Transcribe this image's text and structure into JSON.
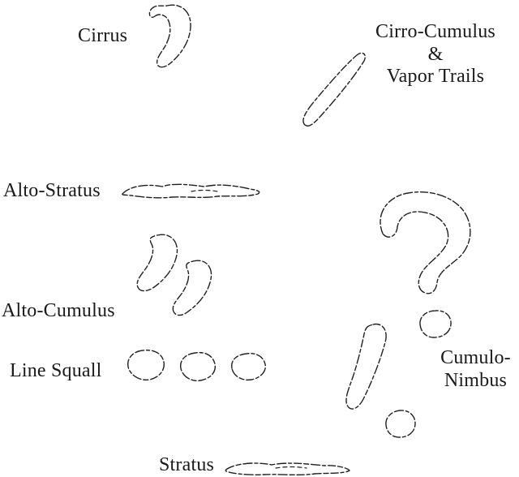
{
  "labels": {
    "cirrus": "Cirrus",
    "cirro_cumulus_1": "Cirro-Cumulus",
    "cirro_cumulus_2": "&",
    "cirro_cumulus_3": "Vapor Trails",
    "alto_stratus": "Alto-Stratus",
    "alto_cumulus": "Alto-Cumulus",
    "line_squall": "Line Squall",
    "cumulo_nimbus_1": "Cumulo-",
    "cumulo_nimbus_2": "Nimbus",
    "stratus": "Stratus"
  },
  "shapes": {
    "cirrus": "cirrus-comma-cloud",
    "vapor_trail": "vapor-trail-streak-cloud",
    "alto_stratus": "alto-stratus-band-cloud",
    "alto_cumulus_1": "alto-cumulus-comma-cloud-1",
    "alto_cumulus_2": "alto-cumulus-comma-cloud-2",
    "line_squall_1": "line-squall-puff-1",
    "line_squall_2": "line-squall-puff-2",
    "line_squall_3": "line-squall-puff-3",
    "question_mark": "question-mark-cloud",
    "question_mark_dot": "question-mark-dot-cloud",
    "exclamation": "exclamation-cloud",
    "exclamation_dot": "exclamation-dot-cloud",
    "stratus": "stratus-band-cloud"
  },
  "colors": {
    "ink": "#1f1f1f",
    "background": "#ffffff"
  }
}
